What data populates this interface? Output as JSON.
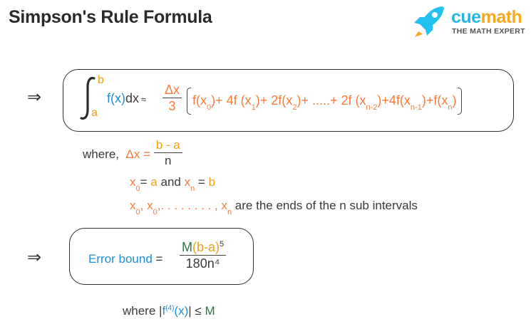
{
  "header": {
    "title": "Simpson's Rule Formula",
    "logo": {
      "brand_part1": "cue",
      "brand_part2": "math",
      "tagline": "THE MATH EXPERT",
      "icon": "rocket-icon"
    }
  },
  "formula_main": {
    "arrow": "⇒",
    "integral_upper": "b",
    "integral_lower": "a",
    "integrand": "f(x)",
    "dx": "dx",
    "approx": "≈",
    "coef_num": "Δx",
    "coef_den": "3",
    "terms": [
      {
        "pre": "f(x",
        "sub": "0",
        "post": ")+ "
      },
      {
        "pre": "4f (x",
        "sub": "1",
        "post": ")+ "
      },
      {
        "pre": "2f(x",
        "sub": "2",
        "post": ")+ .....+ "
      },
      {
        "pre": "2f (x",
        "sub": "n-2",
        "post": ")+"
      },
      {
        "pre": "4f(x",
        "sub": "n-1",
        "post": ")+"
      },
      {
        "pre": "f(x",
        "sub": "n",
        "post": ")"
      }
    ]
  },
  "definitions": {
    "where_label": "where,",
    "delta_x": "Δx =",
    "delta_num": "b - a",
    "delta_den": "n",
    "endpoints": {
      "x0": "x",
      "x0_sub": "0",
      "eq1": "=",
      "a": "a",
      "and": " and ",
      "xn": "x",
      "xn_sub": "n",
      "eq2": " = ",
      "b": "b"
    },
    "intervals": {
      "x0": "x",
      "x0_sub": "0",
      "sep1": ", x",
      "x1_sub": "0",
      "dots": ",. . . . . . . . , x",
      "xn_sub": "n",
      "text": " are the ends of the n sub intervals"
    }
  },
  "error_bound": {
    "arrow": "⇒",
    "label": "Error bound",
    "equals": " = ",
    "num_M": "M",
    "num_paren": "(b-a)",
    "num_exp": "5",
    "den": "180n⁴"
  },
  "condition": {
    "where": "where ",
    "bar1": "|",
    "f": "f",
    "deriv": "(4)",
    "x": "(x)",
    "bar2": "|",
    "leq": " ≤ ",
    "M": "M"
  },
  "colors": {
    "orange": "#f97b3d",
    "blue": "#1e8fd4",
    "gold": "#e9a21c",
    "green": "#1f7a3a",
    "logo_blue": "#22b8e8",
    "logo_yellow": "#f7a823"
  }
}
